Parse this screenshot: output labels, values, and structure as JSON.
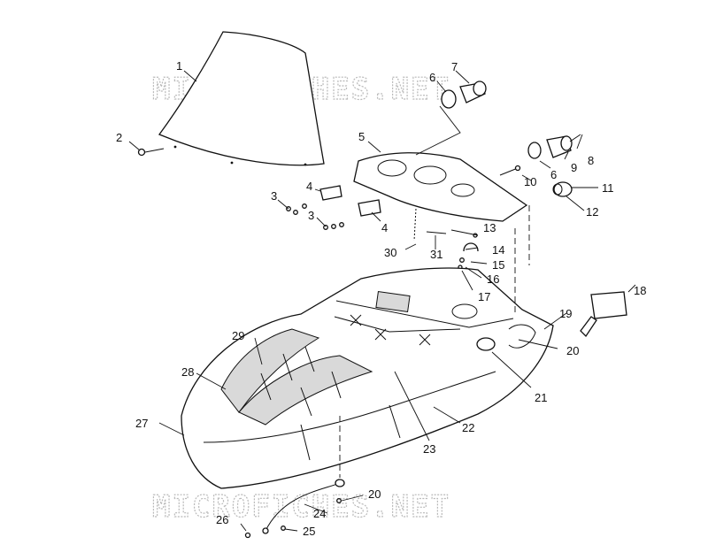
{
  "watermark": {
    "top": "MICROFICHES.NET",
    "bottom": "MICROFICHES.NET"
  },
  "callouts": [
    "1",
    "2",
    "3",
    "3",
    "4",
    "4",
    "5",
    "6",
    "6",
    "7",
    "8",
    "9",
    "10",
    "11",
    "12",
    "13",
    "14",
    "15",
    "16",
    "17",
    "18",
    "19",
    "20",
    "20",
    "21",
    "22",
    "23",
    "24",
    "25",
    "26",
    "27",
    "28",
    "29",
    "30",
    "31"
  ]
}
